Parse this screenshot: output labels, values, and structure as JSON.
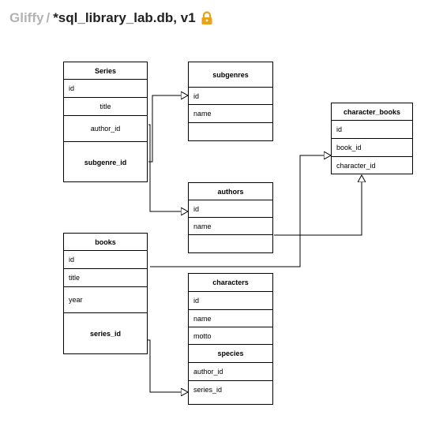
{
  "header": {
    "brand": "Gliffy",
    "separator": "/",
    "document_title": "*sql_library_lab.db, v1",
    "lock_icon": "lock-icon",
    "lock_color": "#e8a317"
  },
  "tables": {
    "series": {
      "name": "Series",
      "fields": [
        "id",
        "title",
        "author_id",
        "subgenre_id"
      ]
    },
    "subgenres": {
      "name": "subgenres",
      "fields": [
        "id",
        "name",
        ""
      ]
    },
    "character_books": {
      "name": "character_books",
      "fields": [
        "id",
        "book_id",
        "character_id"
      ]
    },
    "authors": {
      "name": "authors",
      "fields": [
        "id",
        "name",
        ""
      ]
    },
    "books": {
      "name": "books",
      "fields": [
        "id",
        "title",
        "year",
        "series_id"
      ]
    },
    "characters": {
      "name": "characters",
      "fields": [
        "id",
        "name",
        "motto",
        "species",
        "author_id",
        "series_id"
      ]
    }
  }
}
